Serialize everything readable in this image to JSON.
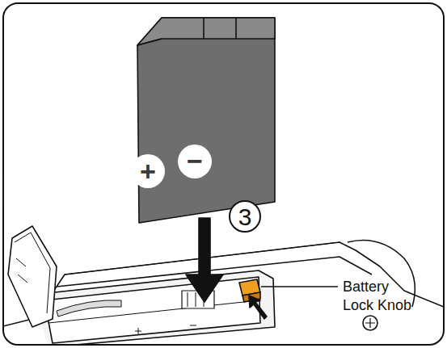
{
  "diagram": {
    "labels": [
      "+",
      "−",
      "3",
      "Battery Lock Knob"
    ]
  }
}
